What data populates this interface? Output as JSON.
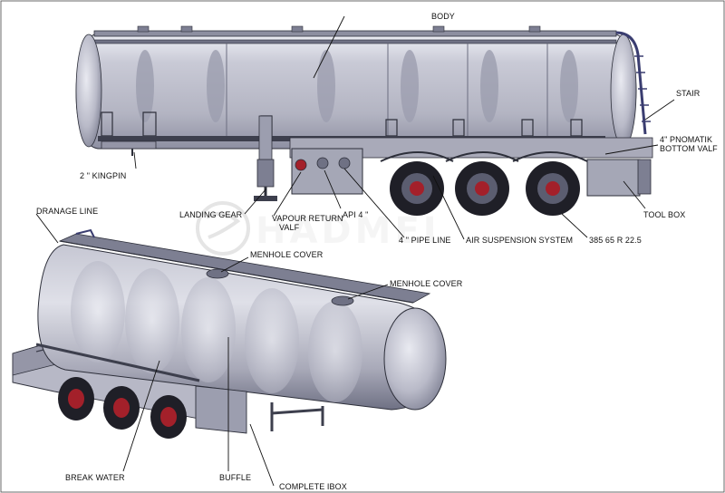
{
  "labels": {
    "body": "BODY",
    "stair": "STAIR",
    "pnomatik_1": "4\" PNOMATIK",
    "pnomatik_2": "BOTTOM VALF",
    "kingpin": "2 \" KINGPIN",
    "tool_box": "TOOL BOX",
    "landing_gear": "LANDING GEAR",
    "vapour_return_1": "VAPOUR RETURN",
    "vapour_return_2": "VALF",
    "api": "API 4 \"",
    "pipe_line": "4 \" PIPE LINE",
    "air_suspension": "AIR SUSPENSION SYSTEM",
    "tyre": "385 65 R 22.5",
    "dranage_line": "DRANAGE LINE",
    "menhole_cover_1": "MENHOLE COVER",
    "menhole_cover_2": "MENHOLE COVER",
    "break_water": "BREAK WATER",
    "buffle": "BUFFLE",
    "complete_ibox": "COMPLETE IBOX"
  },
  "watermark": "HADMEI",
  "colors": {
    "tank_light": "#d9dae3",
    "tank_mid": "#b7b8c6",
    "tank_dark": "#7d7f92",
    "steel": "#3d3f4d",
    "tire": "#1f1f27",
    "hub_red": "#a3202a",
    "ink": "#111111"
  }
}
